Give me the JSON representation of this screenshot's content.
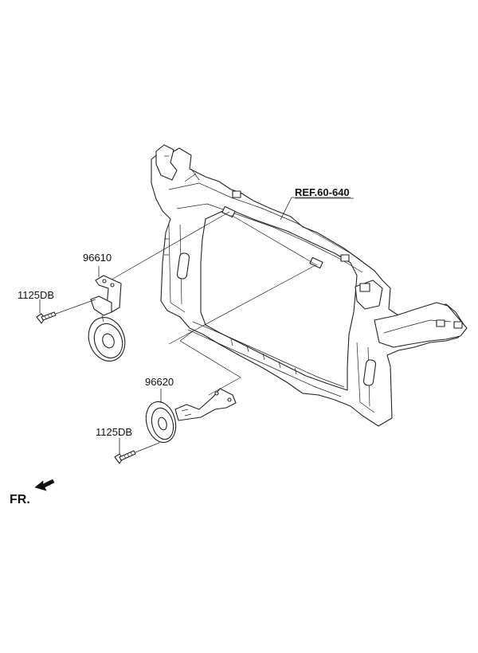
{
  "diagram": {
    "reference": "REF.60-640",
    "parts": [
      {
        "code": "96610"
      },
      {
        "code": "1125DB"
      },
      {
        "code": "96620"
      },
      {
        "code": "1125DB"
      }
    ],
    "direction": "FR."
  }
}
